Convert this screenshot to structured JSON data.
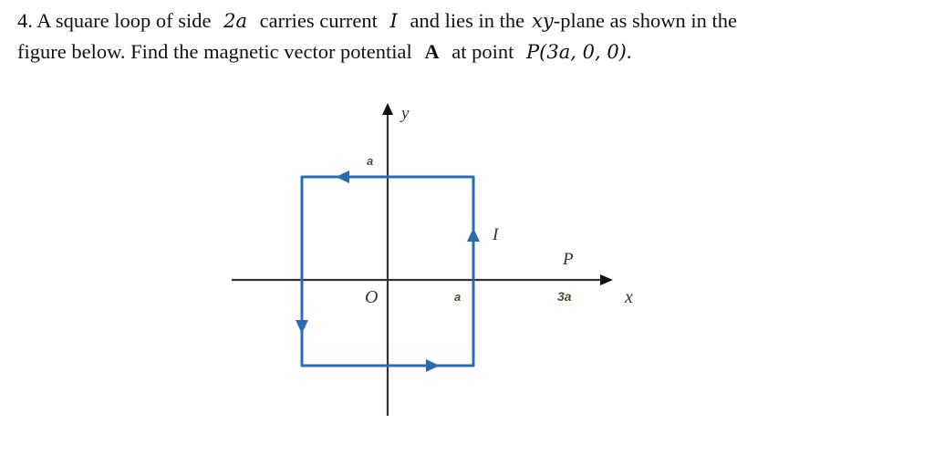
{
  "problem": {
    "number": "4.",
    "line1": {
      "t1": "A square loop of side",
      "m1": "2a",
      "t2": "carries current",
      "m2": "I",
      "t3": "and lies in the",
      "m3": "xy",
      "t4": "-plane as shown in the"
    },
    "line2": {
      "t1": "figure below. Find the magnetic vector potential",
      "bold": "A",
      "t2": "at point",
      "m1": "P(3a, 0, 0)",
      "t3": "."
    }
  },
  "figure": {
    "axis_y_label": "y",
    "axis_x_label": "x",
    "origin_label": "O",
    "top_label": "a",
    "right_label": "a",
    "point_label": "P",
    "point_coord_label": "3a",
    "current_label": "I",
    "loop_color": "#2b6cb0",
    "axis_color": "#333333",
    "current_direction": "counterclockwise"
  }
}
